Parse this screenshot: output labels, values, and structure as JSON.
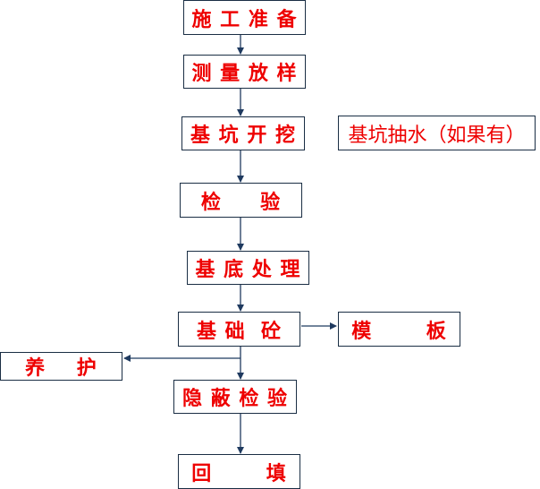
{
  "diagram": {
    "type": "flowchart",
    "line_color": "#1f3a5f",
    "text_color": "#ee0000",
    "nodes": {
      "prep": "施 工 准 备",
      "survey": "测 量 放 样",
      "excavate": "基 坑 开 挖",
      "dewater": "基坑抽水（如果有）",
      "inspect": "检     验",
      "base_treat": "基 底 处 理",
      "foundation": "基 础  砼",
      "formwork": "模       板",
      "curing": "养    护",
      "hidden_inspect": "隐 蔽 检 验",
      "backfill": "回       填"
    },
    "edges": [
      {
        "from": "prep",
        "to": "survey"
      },
      {
        "from": "survey",
        "to": "excavate"
      },
      {
        "from": "excavate",
        "to": "inspect"
      },
      {
        "from": "inspect",
        "to": "base_treat"
      },
      {
        "from": "base_treat",
        "to": "foundation"
      },
      {
        "from": "foundation",
        "to": "formwork"
      },
      {
        "from": "foundation",
        "to": "curing"
      },
      {
        "from": "foundation",
        "to": "hidden_inspect"
      },
      {
        "from": "hidden_inspect",
        "to": "backfill"
      }
    ]
  }
}
